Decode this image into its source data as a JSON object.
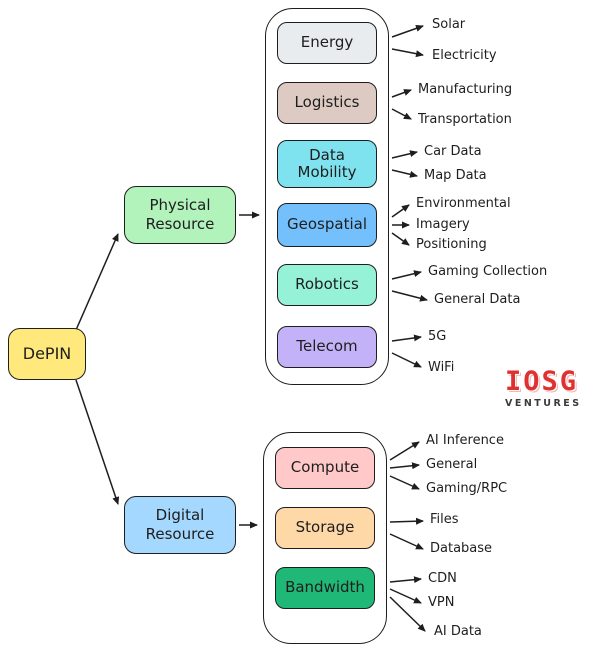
{
  "diagram": {
    "root": {
      "label": "DePIN",
      "color": "#ffe97d"
    },
    "branches": [
      {
        "label": "Physical Resource",
        "color": "#b2f2bb",
        "categories": [
          {
            "label": "Energy",
            "color": "#e9ecef",
            "leaves": [
              "Solar",
              "Electricity"
            ]
          },
          {
            "label": "Logistics",
            "color": "#ddcbc3",
            "leaves": [
              "Manufacturing",
              "Transportation"
            ]
          },
          {
            "label": "Data Mobility",
            "color": "#7fe3ef",
            "leaves": [
              "Car Data",
              "Map Data"
            ]
          },
          {
            "label": "Geospatial",
            "color": "#74c0fc",
            "leaves": [
              "Environmental",
              "Imagery",
              "Positioning"
            ]
          },
          {
            "label": "Robotics",
            "color": "#96f2d7",
            "leaves": [
              "Gaming Collection",
              "General Data"
            ]
          },
          {
            "label": "Telecom",
            "color": "#c3b2f7",
            "leaves": [
              "5G",
              "WiFi"
            ]
          }
        ]
      },
      {
        "label": "Digital Resource",
        "color": "#a5d8ff",
        "categories": [
          {
            "label": "Compute",
            "color": "#ffc9c9",
            "leaves": [
              "AI Inference",
              "General",
              "Gaming/RPC"
            ]
          },
          {
            "label": "Storage",
            "color": "#ffd8a8",
            "leaves": [
              "Files",
              "Database"
            ]
          },
          {
            "label": "Bandwidth",
            "color": "#1fb876",
            "leaves": [
              "CDN",
              "VPN",
              "AI Data"
            ]
          }
        ]
      }
    ],
    "logo": {
      "name": "IOSG",
      "subtitle": "VENTURES",
      "color": "#e03131"
    }
  }
}
